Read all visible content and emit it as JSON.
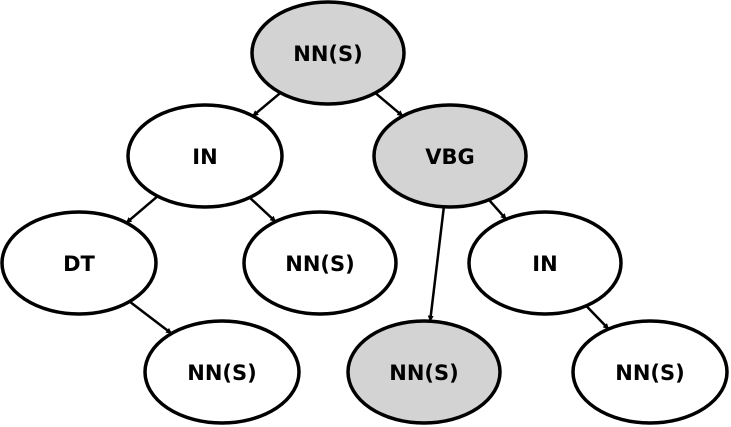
{
  "colors": {
    "highlight": "#d3d3d3",
    "plain": "#ffffff",
    "stroke": "#000000"
  },
  "nodes": [
    {
      "id": "root",
      "label": "NN(S)",
      "highlighted": true
    },
    {
      "id": "in_left",
      "label": "IN",
      "highlighted": false
    },
    {
      "id": "vbg",
      "label": "VBG",
      "highlighted": true
    },
    {
      "id": "dt",
      "label": "DT",
      "highlighted": false
    },
    {
      "id": "nns_mid_left",
      "label": "NN(S)",
      "highlighted": false
    },
    {
      "id": "in_right",
      "label": "IN",
      "highlighted": false
    },
    {
      "id": "nns_bottom_left",
      "label": "NN(S)",
      "highlighted": false
    },
    {
      "id": "nns_bottom_mid",
      "label": "NN(S)",
      "highlighted": true
    },
    {
      "id": "nns_bottom_right",
      "label": "NN(S)",
      "highlighted": false
    }
  ],
  "edges": [
    {
      "from": "root",
      "to": "in_left"
    },
    {
      "from": "root",
      "to": "vbg"
    },
    {
      "from": "in_left",
      "to": "dt"
    },
    {
      "from": "in_left",
      "to": "nns_mid_left"
    },
    {
      "from": "dt",
      "to": "nns_bottom_left"
    },
    {
      "from": "vbg",
      "to": "nns_bottom_mid"
    },
    {
      "from": "vbg",
      "to": "in_right"
    },
    {
      "from": "in_right",
      "to": "nns_bottom_right"
    }
  ]
}
